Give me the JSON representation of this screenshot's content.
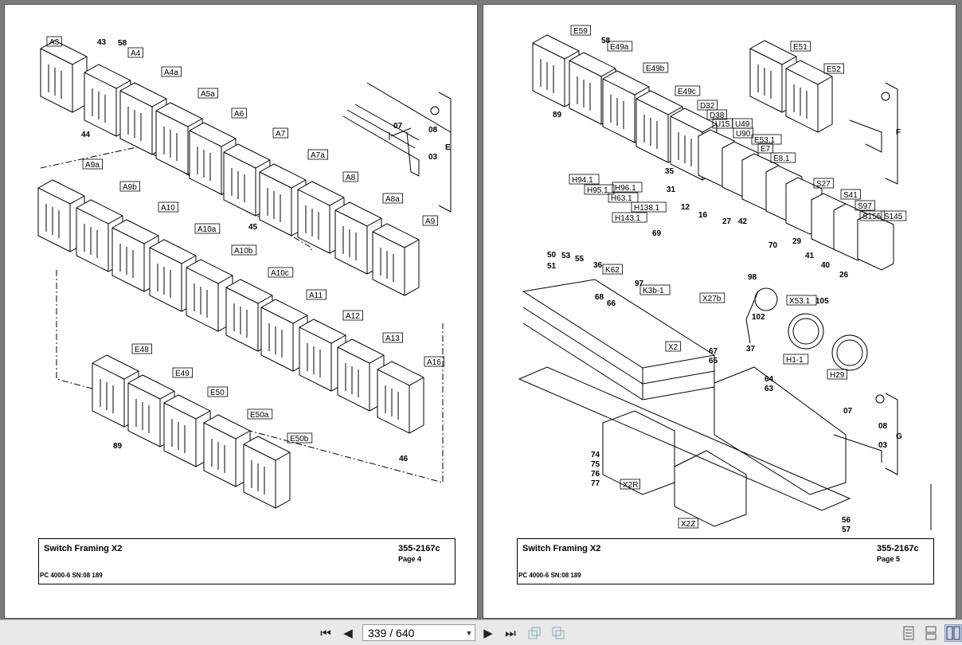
{
  "left_page": {
    "title": "Switch Framing X2",
    "code": "355-2167c",
    "page_label": "Page 4",
    "model": "PC 4000-6 SN:08 189",
    "group_letters": [
      "E"
    ],
    "labels": [
      "A3",
      "A4",
      "A4a",
      "A5a",
      "A6",
      "A7",
      "A7a",
      "A8",
      "A8a",
      "A9",
      "A9a",
      "A9b",
      "A10",
      "A10a",
      "A10b",
      "A10c",
      "A11",
      "A12",
      "A13",
      "A16",
      "E48",
      "E49",
      "E50",
      "E50a",
      "E50b"
    ],
    "numbers": [
      "43",
      "58",
      "44",
      "45",
      "46",
      "89",
      "07",
      "08",
      "03"
    ]
  },
  "right_page": {
    "title": "Switch Framing X2",
    "code": "355-2167c",
    "page_label": "Page 5",
    "model": "PC 4000-6 SN:08 189",
    "group_letters": [
      "F",
      "G"
    ],
    "labels": [
      "E59",
      "E49a",
      "E49b",
      "E49c",
      "D32",
      "D38",
      "U15",
      "U49",
      "U90",
      "E53.1",
      "E7",
      "E8.1",
      "E51",
      "E52",
      "S27",
      "S41",
      "S97",
      "S155",
      "S145",
      "H94.1",
      "H95.1",
      "H96.1",
      "H63.1",
      "H138.1",
      "H143.1",
      "K62",
      "K3b-1",
      "X27b",
      "X53.1",
      "H1-1",
      "H29",
      "X2",
      "X2R",
      "X2Z"
    ],
    "numbers": [
      "58",
      "89",
      "35",
      "31",
      "12",
      "16",
      "27",
      "42",
      "70",
      "29",
      "41",
      "40",
      "26",
      "50",
      "51",
      "53",
      "55",
      "36",
      "69",
      "97",
      "98",
      "102",
      "37",
      "105",
      "68",
      "66",
      "67",
      "65",
      "64",
      "63",
      "74",
      "75",
      "76",
      "77",
      "56",
      "57",
      "07",
      "08",
      "03"
    ]
  },
  "toolbar": {
    "page_indicator": "339 / 640",
    "first_label": "⏮",
    "prev_label": "◀",
    "next_label": "▶",
    "last_label": "⏭"
  }
}
